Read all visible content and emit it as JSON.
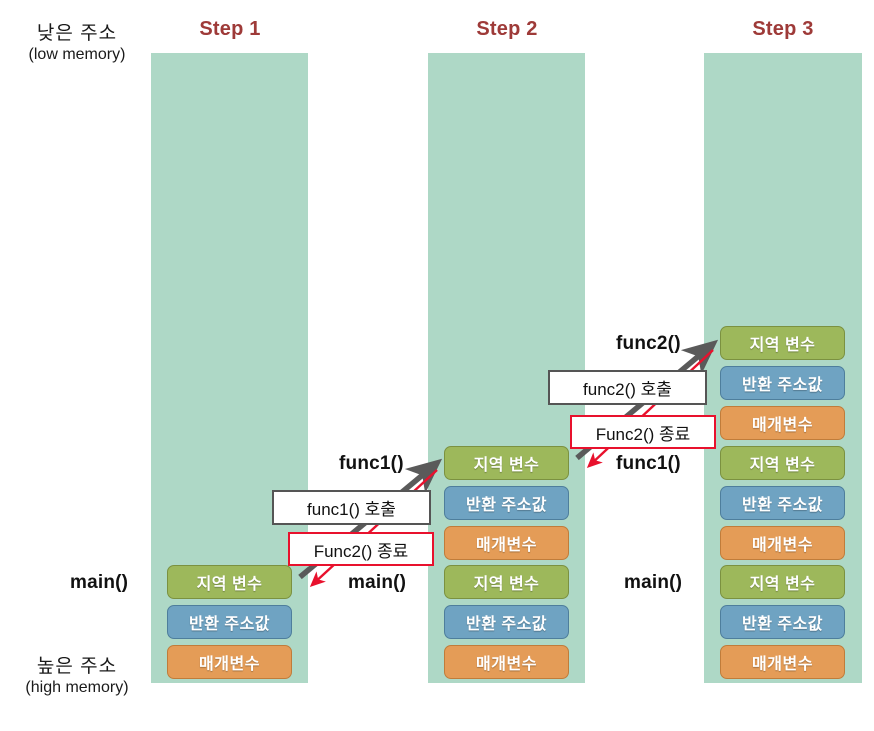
{
  "diagram": {
    "title_visible": false,
    "axis": {
      "low": {
        "ko": "낮은 주소",
        "en": "(low memory)"
      },
      "high": {
        "ko": "높은 주소",
        "en": "(high memory)"
      }
    },
    "colors": {
      "column_background": "#AED8C6",
      "local_variable": "#9DB85B",
      "return_address": "#6FA3C2",
      "parameter": "#E49C57",
      "step_title": "#9E3A38",
      "callout_red_border": "#E8112D",
      "callout_gray_border": "#555555",
      "gray_arrow": "#5A5A5A",
      "red_arrow": "#E8112D"
    },
    "block_labels": {
      "local": "지역 변수",
      "ret": "반환 주소값",
      "param": "매개변수"
    },
    "steps": [
      {
        "title": "Step 1",
        "frames": [
          {
            "name": "main()",
            "blocks": [
              "지역 변수",
              "반환 주소값",
              "매개변수"
            ]
          }
        ]
      },
      {
        "title": "Step 2",
        "frames": [
          {
            "name": "func1()",
            "blocks": [
              "지역 변수",
              "반환 주소값",
              "매개변수"
            ]
          },
          {
            "name": "main()",
            "blocks": [
              "지역 변수",
              "반환 주소값",
              "매개변수"
            ]
          }
        ]
      },
      {
        "title": "Step 3",
        "frames": [
          {
            "name": "func2()",
            "blocks": [
              "지역 변수",
              "반환 주소값",
              "매개변수"
            ]
          },
          {
            "name": "func1()",
            "blocks": [
              "지역 변수",
              "반환 주소값",
              "매개변수"
            ]
          },
          {
            "name": "main()",
            "blocks": [
              "지역 변수",
              "반환 주소값",
              "매개변수"
            ]
          }
        ]
      }
    ],
    "callouts": [
      {
        "id": "call-func1",
        "text": "func1() 호출",
        "style": "gray"
      },
      {
        "id": "end-func1",
        "text": "Func2() 종료",
        "style": "red"
      },
      {
        "id": "call-func2",
        "text": "func2() 호출",
        "style": "gray"
      },
      {
        "id": "end-func2",
        "text": "Func2() 종료",
        "style": "red"
      }
    ]
  }
}
